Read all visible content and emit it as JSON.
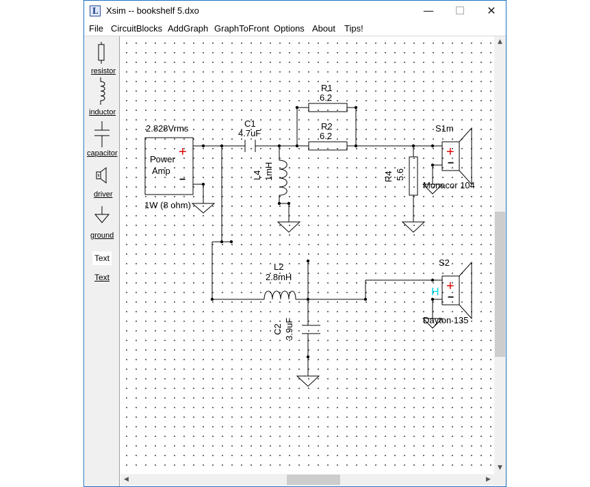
{
  "window": {
    "title": "Xsim -- bookshelf 5.dxo",
    "icon_letter": "L",
    "controls": {
      "minimize": "—",
      "maximize": "☐",
      "close": "✕"
    }
  },
  "menu": [
    "File",
    "CircuitBlocks",
    "AddGraph",
    "GraphToFront",
    "Options",
    "About",
    "Tips!"
  ],
  "palette": [
    {
      "label": "resistor",
      "icon": "resistor-icon"
    },
    {
      "label": "inductor",
      "icon": "inductor-icon"
    },
    {
      "label": "capacitor",
      "icon": "capacitor-icon"
    },
    {
      "label": "driver",
      "icon": "speaker-icon"
    },
    {
      "label": "ground",
      "icon": "ground-icon"
    },
    {
      "label": "Text",
      "icon": "text-chip"
    },
    {
      "label": "Text",
      "icon": "text-link"
    }
  ],
  "schematic": {
    "source": {
      "voltage": "2.828Vrms",
      "name_line1": "Power",
      "name_line2": "Amp",
      "power": "1W (8 ohm)",
      "plus": "+",
      "minus": "−"
    },
    "C1": {
      "name": "C1",
      "value": "4.7uF"
    },
    "L4": {
      "name": "L4",
      "value": "1mH"
    },
    "R1": {
      "name": "R1",
      "value": "6.2"
    },
    "R2": {
      "name": "R2",
      "value": "6.2"
    },
    "R4": {
      "name": "R4",
      "value": "5.6"
    },
    "S1": {
      "name": "S1m",
      "model": "Monacor 104",
      "plus": "+",
      "minus": "−"
    },
    "L2": {
      "name": "L2",
      "value": "2.8mH"
    },
    "C2": {
      "name": "C2",
      "value": "3.9uF"
    },
    "S2": {
      "name": "S2",
      "model": "Dayton 135",
      "plus": "+",
      "minus": "−",
      "marker": "H"
    }
  },
  "colors": {
    "polarity_plus": "#e00000",
    "marker": "#00d8e8",
    "window_border": "#1a6fc0"
  }
}
